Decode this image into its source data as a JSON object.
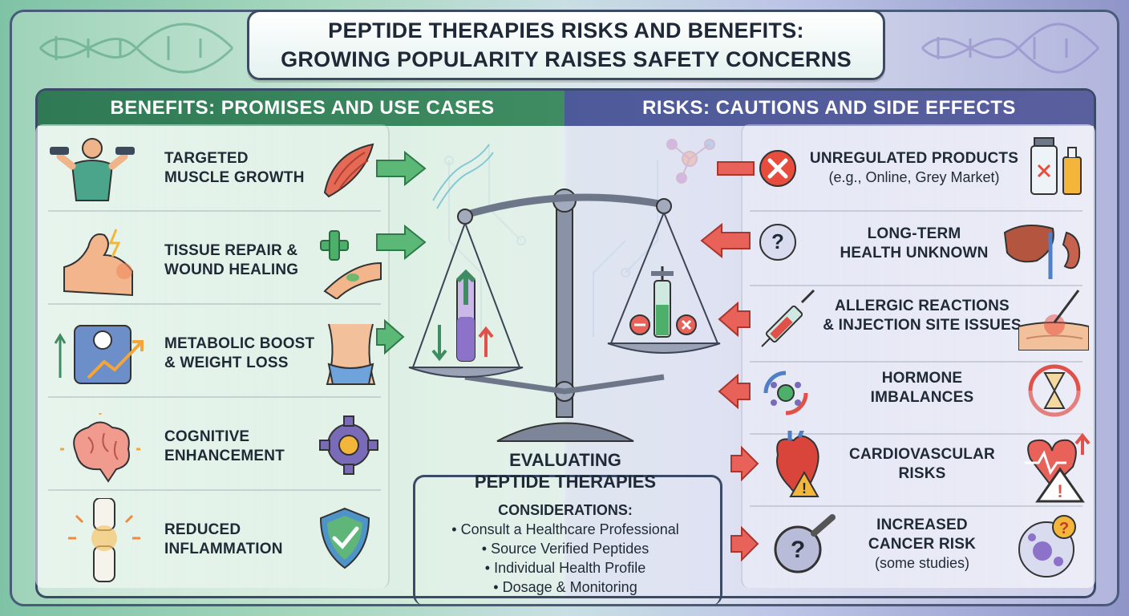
{
  "title": {
    "line1": "PEPTIDE THERAPIES RISKS AND BENEFITS:",
    "line2": "GROWING POPULARITY RAISES SAFETY CONCERNS"
  },
  "benefits": {
    "header": "BENEFITS: PROMISES AND USE CASES",
    "items": [
      {
        "line1": "TARGETED",
        "line2": "MUSCLE GROWTH",
        "icon": "muscle-fiber-icon"
      },
      {
        "line1": "TISSUE REPAIR &",
        "line2": "WOUND HEALING",
        "icon": "bandage-cross-icon"
      },
      {
        "line1": "METABOLIC BOOST",
        "line2": "& WEIGHT LOSS",
        "icon": "waist-icon"
      },
      {
        "line1": "COGNITIVE",
        "line2": "ENHANCEMENT",
        "icon": "gear-icon"
      },
      {
        "line1": "REDUCED",
        "line2": "INFLAMMATION",
        "icon": "shield-check-icon"
      }
    ]
  },
  "risks": {
    "header": "RISKS: CAUTIONS AND SIDE EFFECTS",
    "items": [
      {
        "line1": "UNREGULATED PRODUCTS",
        "line2": "(e.g., Online, Grey Market)",
        "icon": "vial-icon"
      },
      {
        "line1": "LONG-TERM",
        "line2": "HEALTH UNKNOWN",
        "icon": "liver-kidney-icon"
      },
      {
        "line1": "ALLERGIC REACTIONS",
        "line2": "& INJECTION SITE ISSUES",
        "icon": "skin-injection-icon"
      },
      {
        "line1": "HORMONE",
        "line2": "IMBALANCES",
        "icon": "hourglass-cycle-icon"
      },
      {
        "line1": "CARDIOVASCULAR",
        "line2": "RISKS",
        "icon": "heart-warning-icon"
      },
      {
        "line1": "INCREASED",
        "line2": "CANCER RISK",
        "line3": "(some studies)",
        "icon": "cell-question-icon"
      }
    ]
  },
  "evaluation": {
    "title_line1": "EVALUATING",
    "title_line2": "PEPTIDE THERAPIES",
    "subtitle": "CONSIDERATIONS:",
    "items": [
      "Consult a Healthcare Professional",
      "Source Verified Peptides",
      "Individual Health Profile",
      "Dosage & Monitoring"
    ]
  },
  "colors": {
    "benefit_green": "#3f8c62",
    "risk_purple": "#5a5f9e",
    "arrow_green": "#4caf6a",
    "arrow_red": "#e0514a",
    "outline": "#3b4a66"
  }
}
